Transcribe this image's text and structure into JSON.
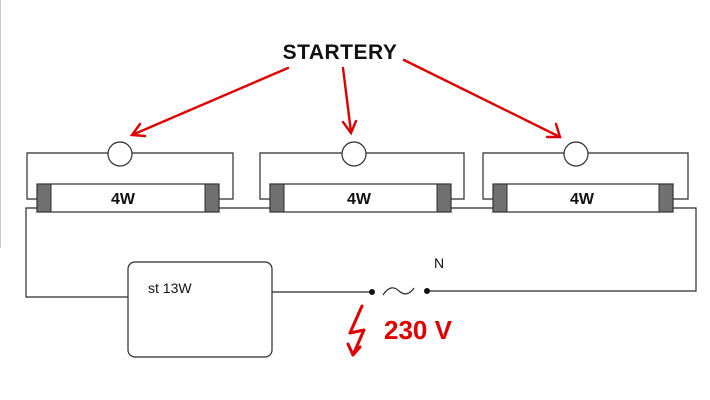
{
  "diagram": {
    "title": "STARTERY",
    "tubes": [
      {
        "power": "4W"
      },
      {
        "power": "4W"
      },
      {
        "power": "4W"
      }
    ],
    "ballast": {
      "label": "st 13W"
    },
    "neutral_label": "N",
    "supply_label": "230 V",
    "colors": {
      "wire": "#2b2b2b",
      "arrow": "#e00000",
      "tube_cap": "#707070",
      "lightning": "#e00000"
    }
  }
}
